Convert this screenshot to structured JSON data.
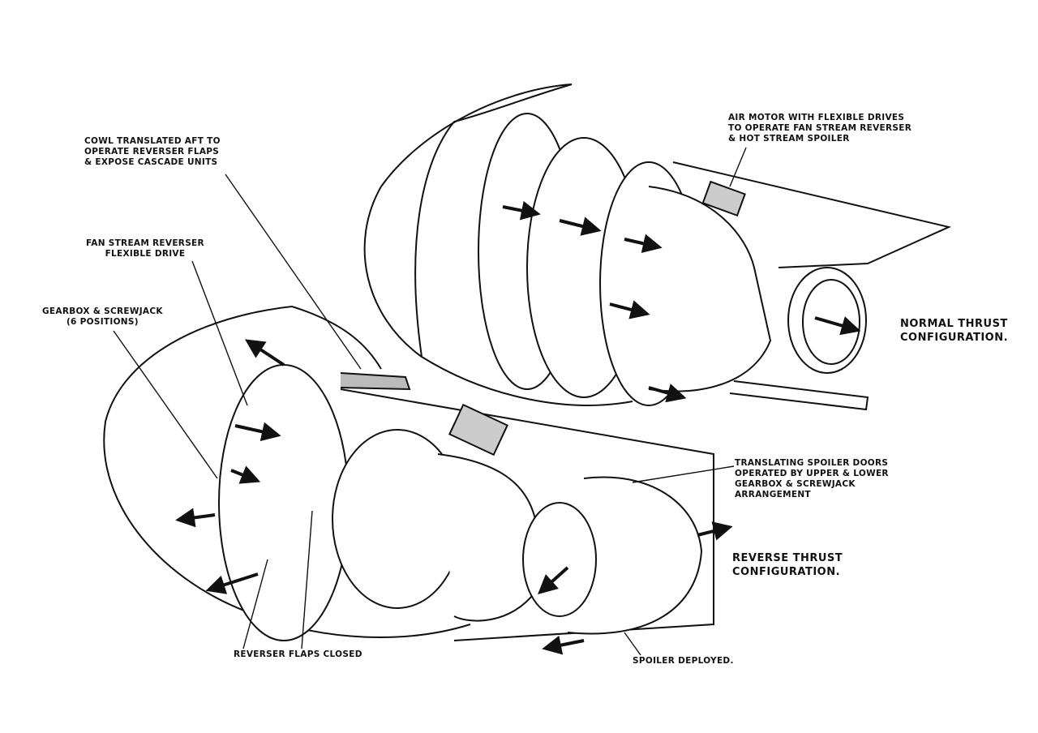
{
  "labels": {
    "cowl": [
      "COWL TRANSLATED AFT TO",
      "OPERATE REVERSER FLAPS",
      "& EXPOSE CASCADE UNITS"
    ],
    "fan_drive": [
      "FAN STREAM REVERSER",
      "FLEXIBLE DRIVE"
    ],
    "gearbox": [
      "GEARBOX & SCREWJACK",
      "(6 POSITIONS)"
    ],
    "air_motor": [
      "AIR MOTOR WITH FLEXIBLE DRIVES",
      "TO OPERATE FAN STREAM REVERSER",
      "& HOT STREAM SPOILER"
    ],
    "normal": [
      "NORMAL THRUST",
      "CONFIGURATION."
    ],
    "spoiler_doors": [
      "TRANSLATING SPOILER DOORS",
      "OPERATED BY UPPER & LOWER",
      "GEARBOX & SCREWJACK",
      "ARRANGEMENT"
    ],
    "reverse": [
      "REVERSE THRUST",
      "CONFIGURATION."
    ],
    "flaps_closed": "REVERSER FLAPS CLOSED",
    "spoiler_deployed": "SPOILER DEPLOYED."
  }
}
